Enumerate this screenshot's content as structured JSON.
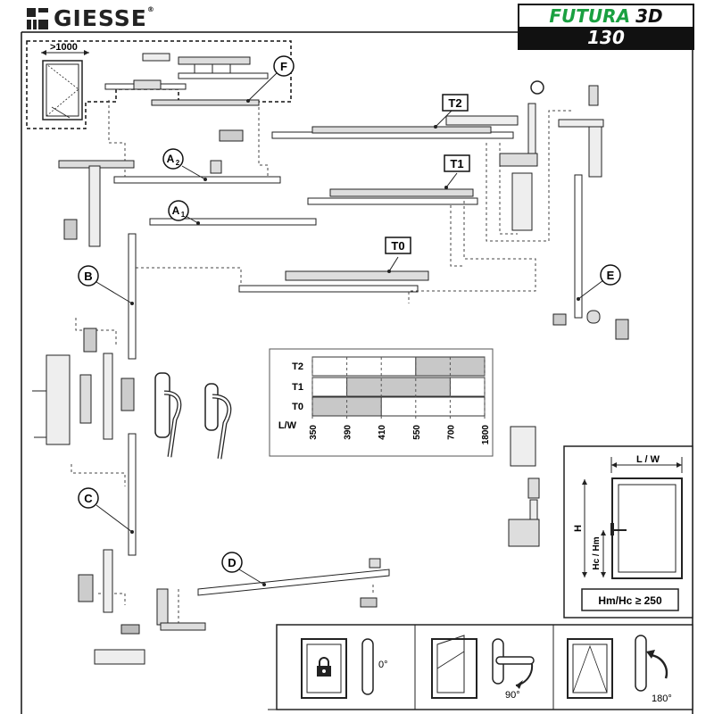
{
  "header": {
    "brand_name": "GIESSE",
    "registered_mark": "®",
    "product_name": "FUTURA",
    "product_suffix": "3D",
    "product_size": "130"
  },
  "inset": {
    "size_label": ">1000"
  },
  "parts": {
    "f": "F",
    "t2": "T2",
    "t1": "T1",
    "t0": "T0",
    "a2": "A",
    "a2_sub": "2",
    "a1": "A",
    "a1_sub": "1",
    "b": "B",
    "c": "C",
    "d": "D",
    "e": "E"
  },
  "size_table": {
    "rows": [
      "T2",
      "T1",
      "T0"
    ],
    "axis_label": "L/W",
    "ticks": [
      "350",
      "390",
      "410",
      "550",
      "700",
      "1800"
    ],
    "ranges": {
      "T2": [
        [
          "550",
          "1800"
        ]
      ],
      "T1": [
        [
          "390",
          "700"
        ]
      ],
      "T0": [
        [
          "350",
          "410"
        ]
      ]
    },
    "fill_color": "#c8c8c8"
  },
  "dimension_box": {
    "width_label": "L / W",
    "height_label": "H",
    "handle_height_label": "Hc / Hm",
    "formula": "Hm/Hc ≥ 250"
  },
  "positions": {
    "closed": "0°",
    "open": "90°",
    "tilt": "180°"
  }
}
